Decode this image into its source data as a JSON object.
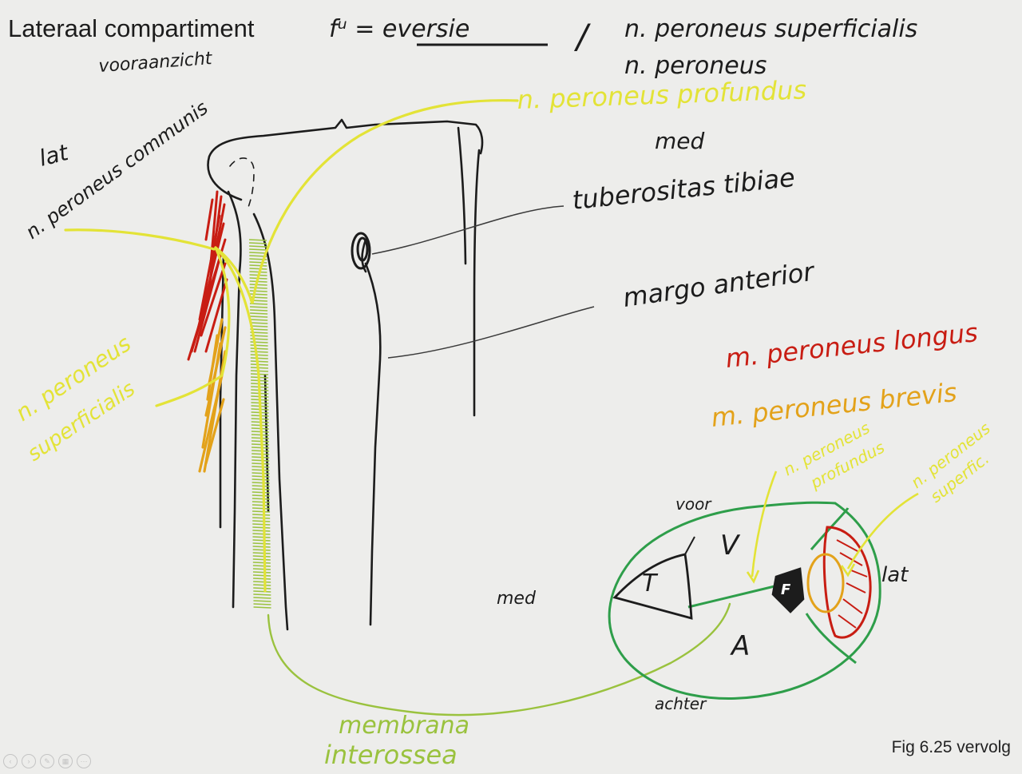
{
  "slide": {
    "title": "Lateraal compartiment",
    "figure_caption": "Fig 6.25 vervolg"
  },
  "annotations": {
    "function": "fᵘ = eversie",
    "function_slash": "/",
    "nerve_superficialis_header": "n. peroneus superficialis",
    "nerve_header_2": "n. peroneus",
    "view_label": "vooraanzicht",
    "lat_label": "lat",
    "communis_label": "n. peroneus communis",
    "profundus_label": "n. peroneus profundus",
    "med_label": "med",
    "tuberositas_label": "tuberositas tibiae",
    "margo_label": "margo anterior",
    "longus_label": "m. peroneus longus",
    "brevis_label": "m. peroneus brevis",
    "superficialis_left_line1": "n. peroneus",
    "superficialis_left_line2": "superficialis",
    "membrana_line1": "membrana",
    "membrana_line2": "interossea"
  },
  "cross_section": {
    "voor": "voor",
    "achter": "achter",
    "med": "med",
    "lat": "lat",
    "T": "T",
    "V": "V",
    "F": "F",
    "A": "A",
    "profundus_line1": "n. peroneus",
    "profundus_line2": "profundus",
    "superfic_line1": "n. peroneus",
    "superfic_line2": "superfic."
  },
  "colors": {
    "ink": "#1c1c1c",
    "yellow": "#e3e337",
    "red": "#c81d13",
    "orange": "#e3a21a",
    "green": "#2e9e4a",
    "light_green": "#9ac23e",
    "background": "#ededeb"
  },
  "controls": [
    "prev-icon",
    "next-icon",
    "pen-icon",
    "layout-icon",
    "more-icon"
  ]
}
